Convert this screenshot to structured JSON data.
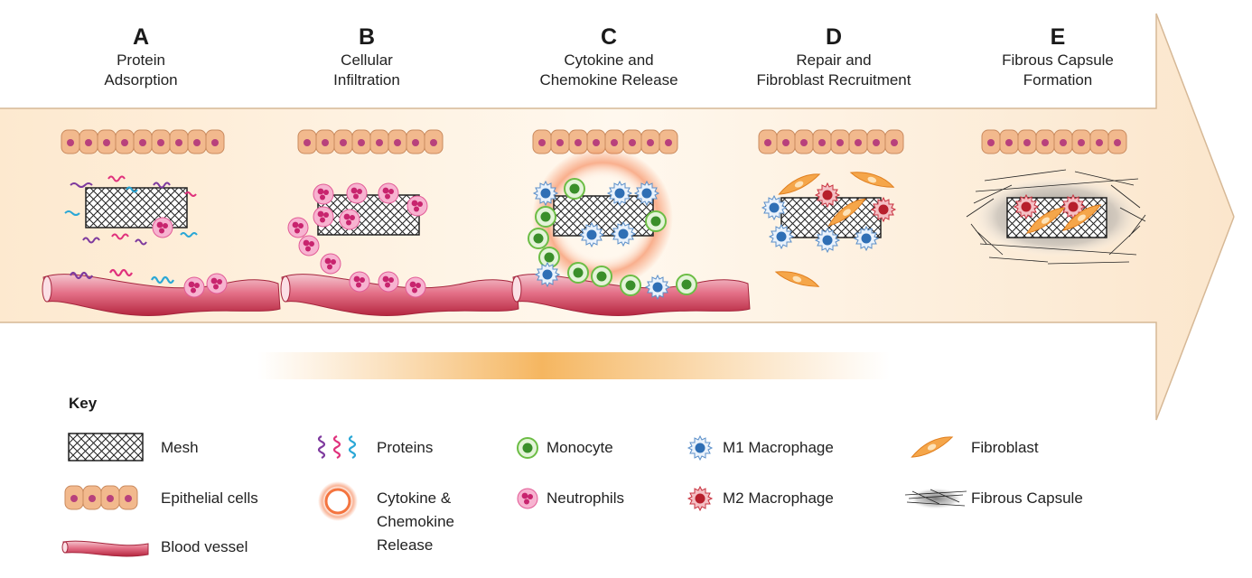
{
  "stages": [
    {
      "letter": "A",
      "title": "Protein\nAdsorption"
    },
    {
      "letter": "B",
      "title": "Cellular\nInfiltration"
    },
    {
      "letter": "C",
      "title": "Cytokine and\nChemokine Release"
    },
    {
      "letter": "D",
      "title": "Repair and\nFibroblast Recruitment"
    },
    {
      "letter": "E",
      "title": "Fibrous Capsule\nFormation"
    }
  ],
  "key": {
    "title": "Key",
    "items": [
      {
        "label": "Mesh",
        "icon": "mesh-icon"
      },
      {
        "label": "Epithelial cells",
        "icon": "epithelial-cells-icon"
      },
      {
        "label": "Blood vessel",
        "icon": "blood-vessel-icon"
      },
      {
        "label": "Proteins",
        "icon": "proteins-icon"
      },
      {
        "label": "Cytokine &\nChemokine\nRelease",
        "icon": "cytokine-release-icon"
      },
      {
        "label": "Monocyte",
        "icon": "monocyte-icon"
      },
      {
        "label": "Neutrophils",
        "icon": "neutrophil-icon"
      },
      {
        "label": "M1 Macrophage",
        "icon": "m1-macrophage-icon"
      },
      {
        "label": "M2 Macrophage",
        "icon": "m2-macrophage-icon"
      },
      {
        "label": "Fibroblast",
        "icon": "fibroblast-icon"
      },
      {
        "label": "Fibrous Capsule",
        "icon": "fibrous-capsule-icon"
      }
    ]
  },
  "colors": {
    "arrow_fill": "#fdf3e3",
    "arrow_stroke": "#d6b896",
    "epithelial": "#f2b98d",
    "nucleus": "#b8417c",
    "vessel": "#c9344d",
    "monocyte": "#6cbd45",
    "m1_macrophage": "#2f6fb5",
    "m2_macrophage": "#c8323f",
    "neutrophil": "#ec6ca4",
    "fibroblast": "#f09a3e",
    "cytokine": "#f4743f",
    "protein_colors": [
      "#7e3a9e",
      "#e0317c",
      "#2aa7d6"
    ]
  }
}
